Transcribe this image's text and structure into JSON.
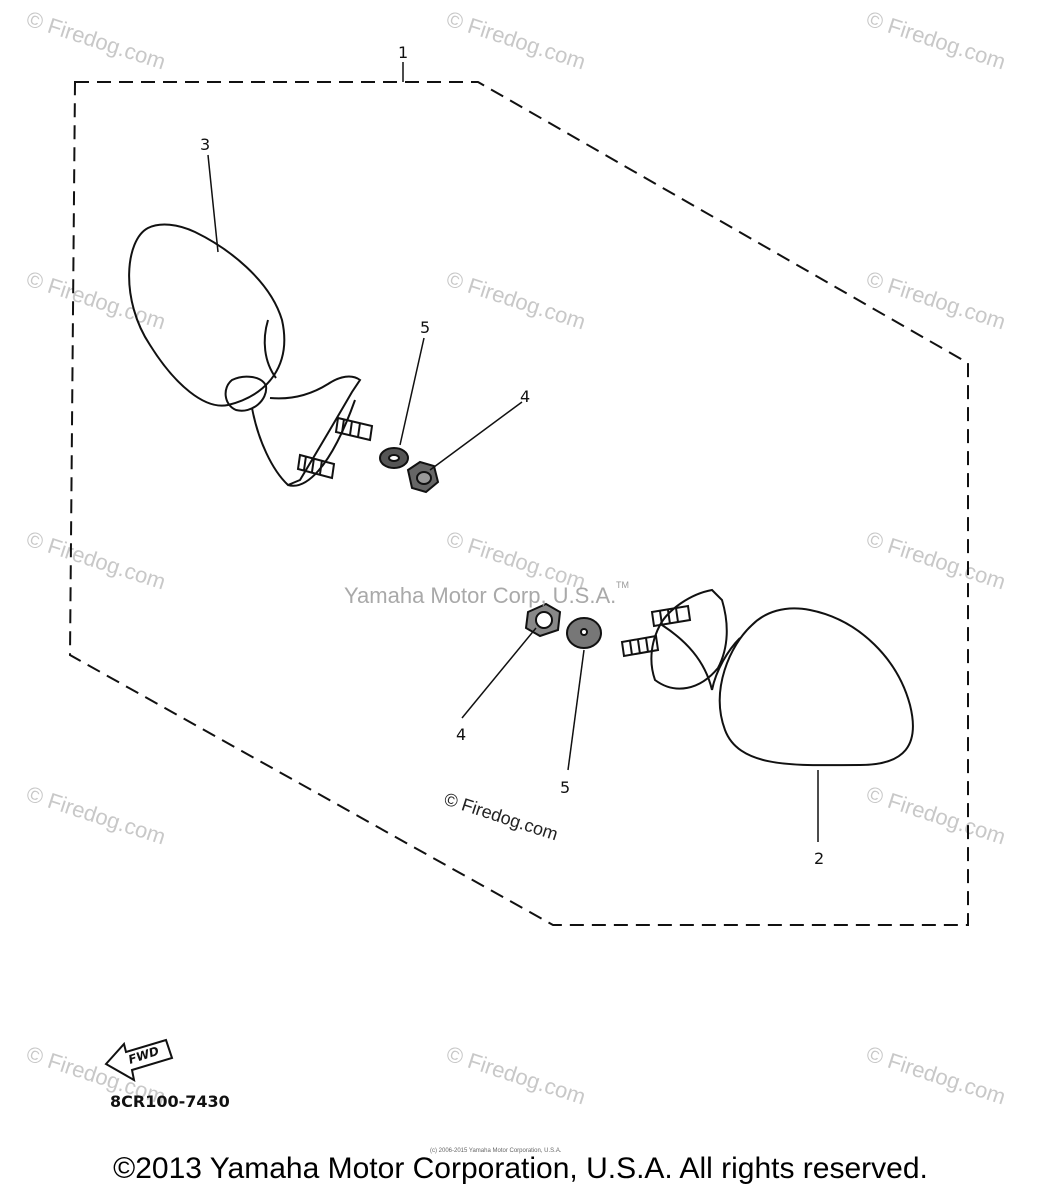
{
  "callouts": [
    "1",
    "2",
    "3",
    "4",
    "4",
    "5",
    "5"
  ],
  "watermark": "© Firedog.com",
  "center_watermark": "© Firedog.com",
  "corp_watermark": "Yamaha Motor Corp, U.S.A.",
  "tm_mark": "TM",
  "fwd_label": "FWD",
  "part_code": "8CR100-7430",
  "copyright": "©2013 Yamaha Motor Corporation, U.S.A. All rights reserved.",
  "tiny_copyright": "(c) 2006-2015 Yamaha Motor Corporation, U.S.A."
}
